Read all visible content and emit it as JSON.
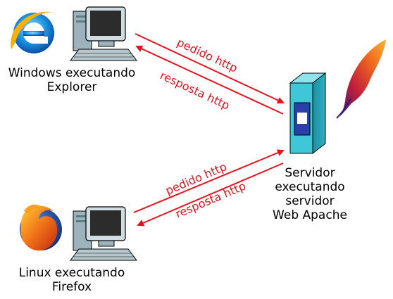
{
  "clients": {
    "windows": {
      "line1": "Windows executando",
      "line2": "Explorer"
    },
    "linux": {
      "line1": "Linux executando",
      "line2": "Firefox"
    }
  },
  "server": {
    "line1": "Servidor",
    "line2": "executando",
    "line3": "servidor",
    "line4": "Web Apache"
  },
  "messages": {
    "top_request": "pedido http",
    "top_response": "resposta http",
    "bottom_request": "pedido http",
    "bottom_response": "resposta http"
  },
  "colors": {
    "arrow": "#e8121e",
    "server_body": "#3fc7d8",
    "monitor_screen": "#2c2c2c"
  },
  "icons": [
    "ie-logo-icon",
    "computer-icon",
    "firefox-logo-icon",
    "server-icon",
    "apache-feather-icon"
  ]
}
